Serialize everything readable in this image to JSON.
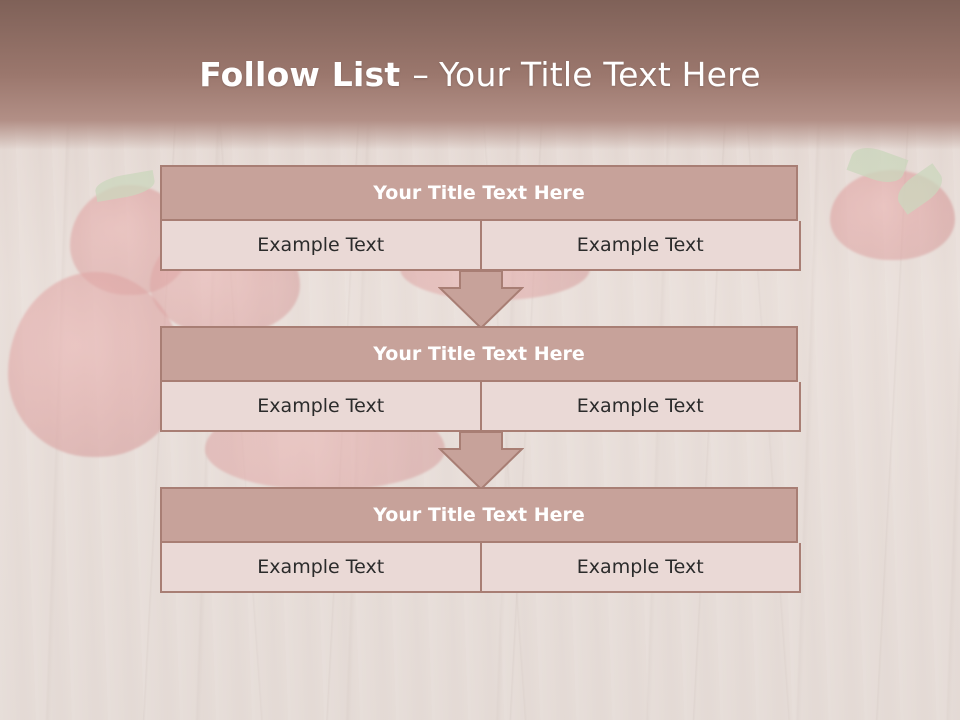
{
  "slide": {
    "title_bold": "Follow List",
    "title_separator": "–",
    "title_rest": "Your Title Text Here"
  },
  "steps": [
    {
      "title": "Your Title Text Here",
      "left": "Example Text",
      "right": "Example Text"
    },
    {
      "title": "Your Title Text Here",
      "left": "Example Text",
      "right": "Example Text"
    },
    {
      "title": "Your Title Text Here",
      "left": "Example Text",
      "right": "Example Text"
    }
  ],
  "colors": {
    "header_band": "#9b776d",
    "block_head": "#c7a29a",
    "block_border": "#a87e74",
    "cell_fill": "#ead9d6",
    "arrow_fill": "#c7a29a"
  }
}
